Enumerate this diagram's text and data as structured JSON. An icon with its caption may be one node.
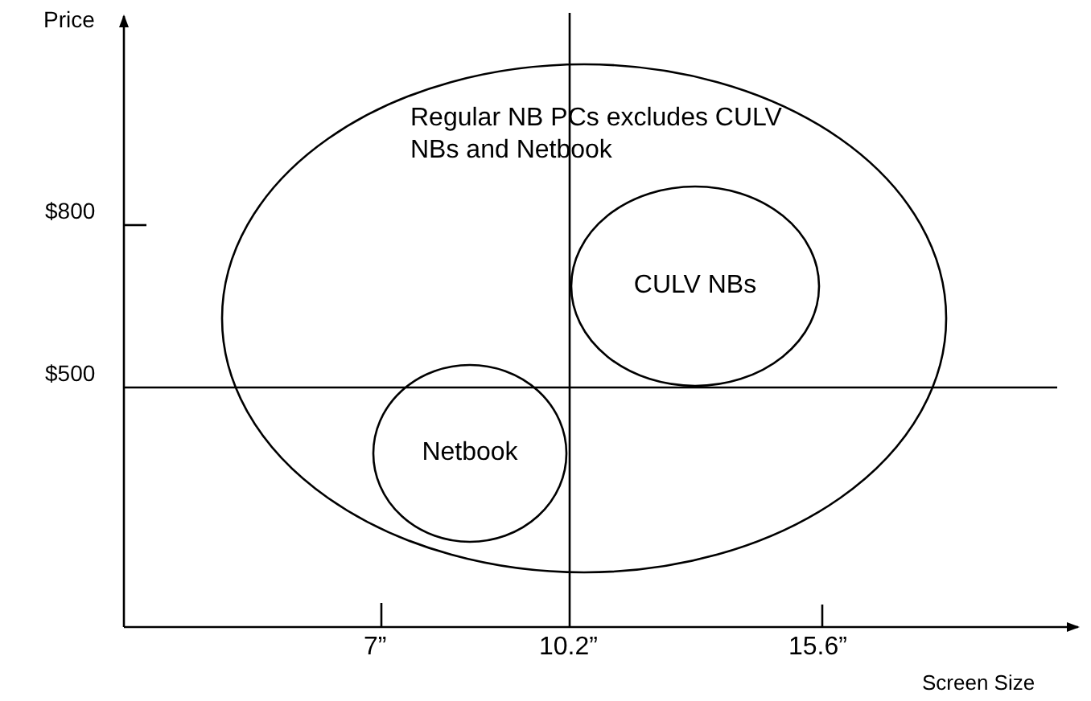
{
  "diagram": {
    "nodes": [
      {
        "text": [
          "Regular NB PCs excludes CULV NBs and Netbook"
        ]
      },
      {
        "text": [
          "CULV NBs"
        ],
        "in": 0
      },
      {
        "text": [
          "Netbook"
        ],
        "in": 0
      }
    ],
    "labels": [
      "Price",
      "$800",
      "$500",
      "7”",
      "10.2”",
      "15.6”",
      "Screen Size"
    ]
  }
}
